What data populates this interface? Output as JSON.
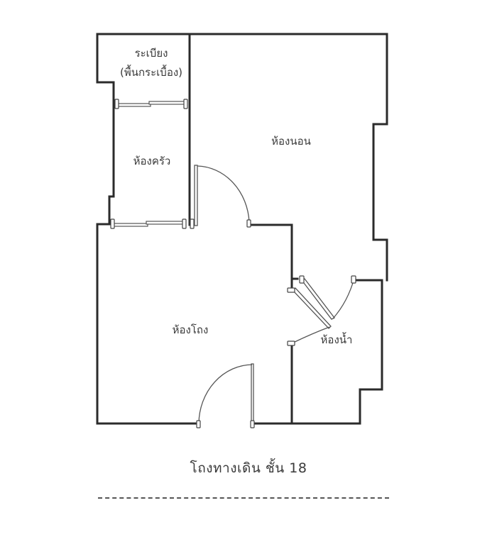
{
  "plan": {
    "rooms": {
      "balcony": {
        "label_line1": "ระเบียง",
        "label_line2": "(พื้นกระเบื้อง)"
      },
      "kitchen": {
        "label": "ห้องครัว"
      },
      "bedroom": {
        "label": "ห้องนอน"
      },
      "living": {
        "label": "ห้องโถง"
      },
      "bathroom": {
        "label": "ห้องน้ำ"
      }
    },
    "caption": "โถงทางเดิน ชั้น 18",
    "colors": {
      "wall": "#2b2b2b",
      "door": "#555555",
      "text": "#3a3a3a",
      "background": "#ffffff"
    }
  }
}
